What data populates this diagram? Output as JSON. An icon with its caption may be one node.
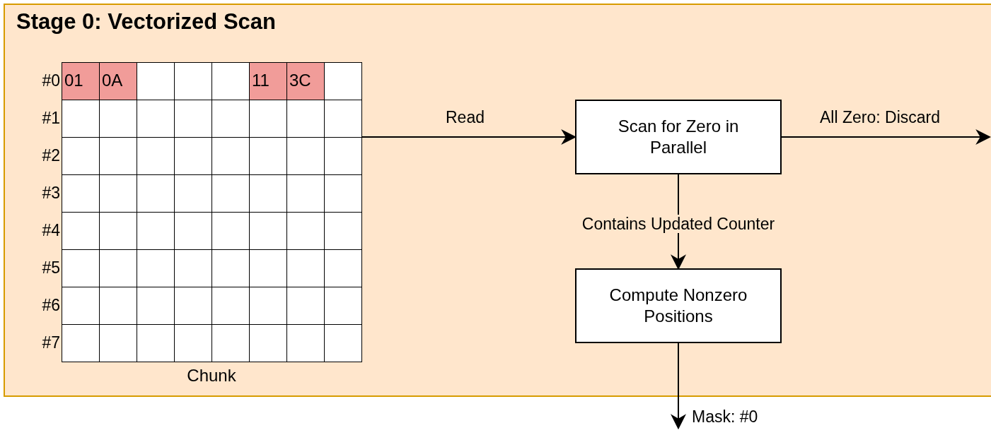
{
  "diagram": {
    "nodes": [
      {
        "text": [
          "Stage 0: Vectorized Scan"
        ]
      },
      {
        "text": [
          "Chunk"
        ],
        "in": 0
      },
      {
        "text": [
          "Scan for Zero in Parallel"
        ],
        "in": 0
      },
      {
        "text": [
          "Compute Nonzero Positions"
        ],
        "in": 0
      }
    ],
    "edges": [
      {
        "from": 1,
        "to": 2,
        "arrow": "to",
        "label": "Read"
      },
      {
        "from": 2,
        "to": null,
        "arrow": "to",
        "label": "All Zero: Discard"
      },
      {
        "from": 2,
        "to": 3,
        "arrow": "to",
        "label": "Contains Updated Counter"
      },
      {
        "from": 3,
        "to": null,
        "arrow": "to",
        "label": "Mask: #0"
      }
    ],
    "labels": [
      "#0",
      "01",
      "0A",
      "11",
      "3C",
      "#1",
      "#2",
      "#3",
      "#4",
      "#5",
      "#6",
      "#7"
    ]
  }
}
